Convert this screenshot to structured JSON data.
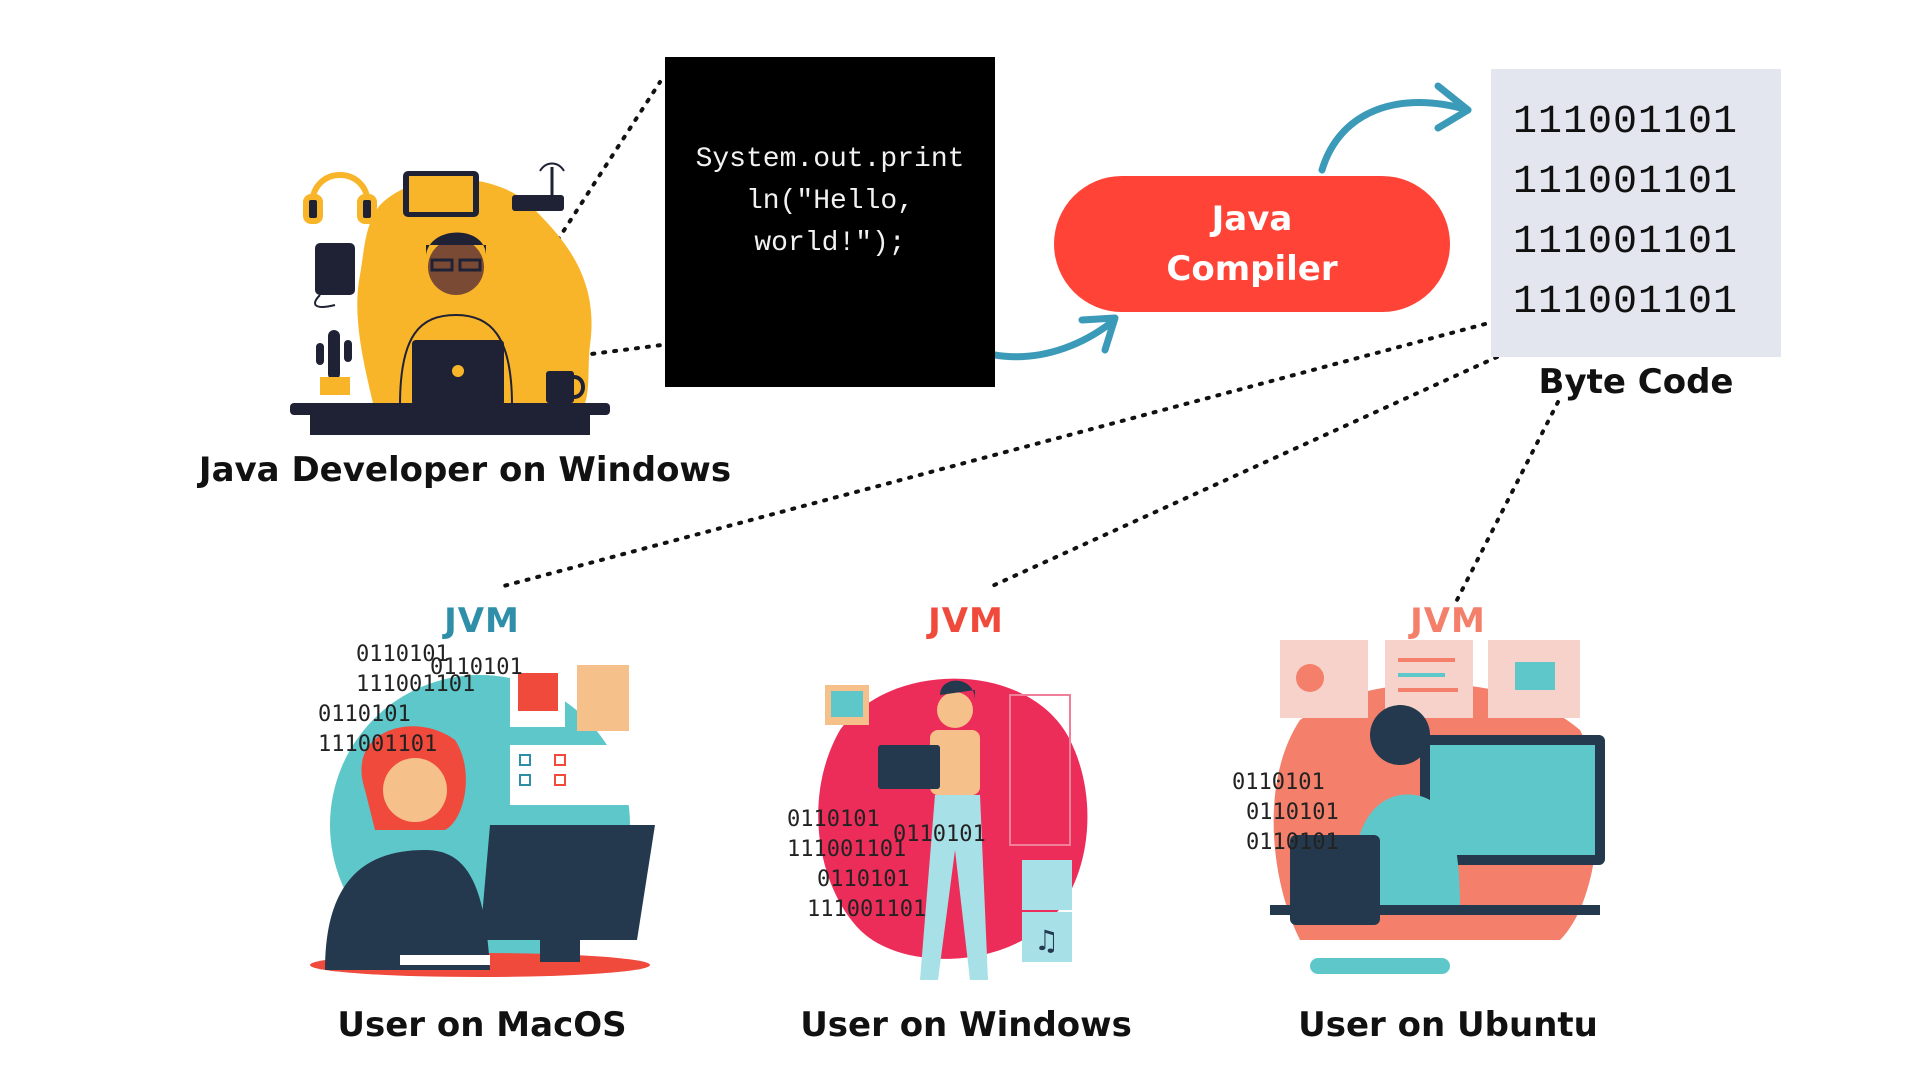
{
  "source": {
    "code": "System.out.print\nln(\"Hello,\nworld!\");",
    "developer_label": "Java Developer on Windows"
  },
  "compiler": {
    "label": "Java\nCompiler"
  },
  "bytecode": {
    "rows": [
      "111001101",
      "111001101",
      "111001101",
      "111001101"
    ],
    "label": "Byte Code"
  },
  "targets": [
    {
      "jvm_label": "JVM",
      "jvm_color": "#2f8fa8",
      "user_label": "User on MacOS",
      "binary": [
        "0110101",
        "111001101",
        "0110101",
        "0110101",
        "111001101"
      ]
    },
    {
      "jvm_label": "JVM",
      "jvm_color": "#f04a3c",
      "user_label": "User on Windows",
      "binary": [
        "0110101",
        "111001101",
        "0110101",
        "0110101",
        "111001101"
      ]
    },
    {
      "jvm_label": "JVM",
      "jvm_color": "#f47f6a",
      "user_label": "User on Ubuntu",
      "binary": [
        "0110101",
        "0110101",
        "0110101"
      ]
    }
  ],
  "colors": {
    "arrow": "#3a9ab8",
    "compiler_bg": "#ff4437",
    "bytecode_bg": "#e3e6ee",
    "developer_blob": "#f9b52a",
    "macos_circle": "#5ec7c9",
    "windows_blob": "#ec2d5a",
    "ubuntu_blob": "#f47f6a"
  }
}
